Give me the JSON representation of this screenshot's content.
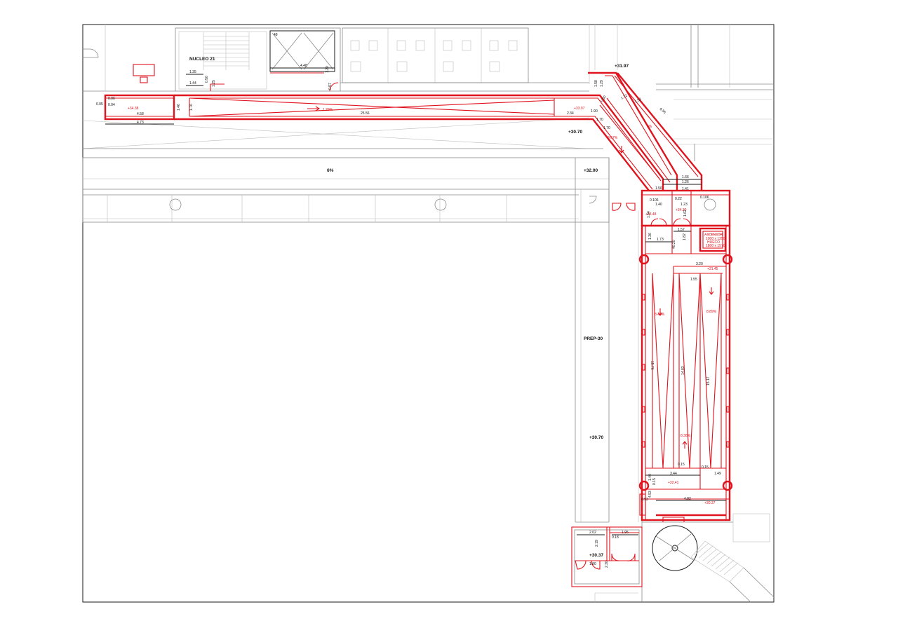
{
  "colors": {
    "route": "#e0141e",
    "walls": "#1a1a1a",
    "context": "#8a8a8a"
  },
  "labels": {
    "nucleo": "NUCLEO 21",
    "room_48": "48",
    "prep": "PREP-30",
    "slope_6": "6%",
    "slope_0": "0%",
    "slope_129": "1.29%",
    "slope_967": "9.67%",
    "slope_844": "8.44%",
    "slope_889": "8.89%",
    "slope_838": "8.38%",
    "lvl_3438": "+34.38",
    "lvl_3397": "+33.97",
    "lvl_3197": "+31.97",
    "lvl_3070_a": "+30.70",
    "lvl_3070_b": "+30.70",
    "lvl_3200": "+32.00",
    "lvl_3348": "+33.48",
    "lvl_3430": "+34.30",
    "lvl_3145": "+31.45",
    "lvl_3241": "+32.41",
    "lvl_3037_a": "+30.37",
    "lvl_3037_b": "+30.37",
    "asc_title": "ASCENSOR",
    "asc_line1": "1000 x 1250",
    "asc_line2": "HUECO",
    "asc_line3": "1800 x 1570"
  },
  "dims": {
    "d135": "1.35",
    "d448": "4.48",
    "d144": "1.44",
    "d050a": "0.50",
    "d125": "1.25",
    "d097": "0.97",
    "d120": "1.20",
    "d006": "0.06",
    "d005": "0.05",
    "d004": "0.04",
    "d458": "4.58",
    "d473": "4.73",
    "d146": "1.46",
    "d176": "1.76",
    "d2556": "25.56",
    "d234": "2.34",
    "d158": "1.58",
    "d129": "1.29",
    "d172": "1.72",
    "d152": "1.52",
    "d656": "6.56",
    "d050b": "0.50",
    "d190": "1.90",
    "d170": "1.70",
    "d166": "1.66",
    "d126": "1.26",
    "d156": "1.56",
    "d141": "1.41",
    "d0106a": "0.106",
    "d140": "1.40",
    "d022": "0.22",
    "d0106b": "0.106",
    "d123": "1.23",
    "d154": "1.54",
    "d162": "1.62",
    "d157": "1.57",
    "d136": "1.36",
    "d173": "1.73",
    "d182": "1.82",
    "d4020": "40.20",
    "d320": "3.20",
    "d155": "1.55",
    "d1576": "15.76",
    "d1483": "14.83",
    "d1517": "15.17",
    "d015a": "0.15",
    "d015b": "0.15",
    "d344": "3.44",
    "d149": "1.49",
    "d140b": "1.40",
    "d493": "4.93",
    "d482": "4.82",
    "d093": "0.93",
    "d202": "2.02",
    "d195": "1.95",
    "d219": "2.19",
    "d018": "0.18",
    "d180": "1.80",
    "d230": "2.30"
  }
}
